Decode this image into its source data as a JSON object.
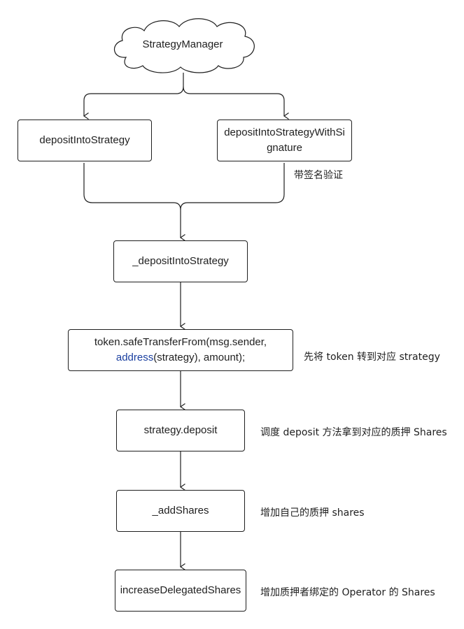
{
  "nodes": {
    "manager": "StrategyManager",
    "deposit": "depositIntoStrategy",
    "deposit_sig_line1": "depositIntoStrategyWithSi",
    "deposit_sig_line2": "gnature",
    "internal_deposit": "_depositIntoStrategy",
    "transfer_line1": "token.safeTransferFrom(msg.sender,",
    "transfer_kw": "address",
    "transfer_line2_rest": "(strategy), amount);",
    "strategy_deposit": "strategy.deposit",
    "add_shares": "_addShares",
    "increase_delegated": "increaseDelegatedShares"
  },
  "notes": {
    "signature": "带签名验证",
    "transfer": "先将 token 转到对应 strategy",
    "strategy_deposit": "调度 deposit 方法拿到对应的质押 Shares",
    "add_shares": "增加自己的质押 shares",
    "increase_delegated": "增加质押者绑定的 Operator 的 Shares"
  },
  "colors": {
    "line": "#1f1f1f",
    "keyword": "#1a3fa0"
  }
}
